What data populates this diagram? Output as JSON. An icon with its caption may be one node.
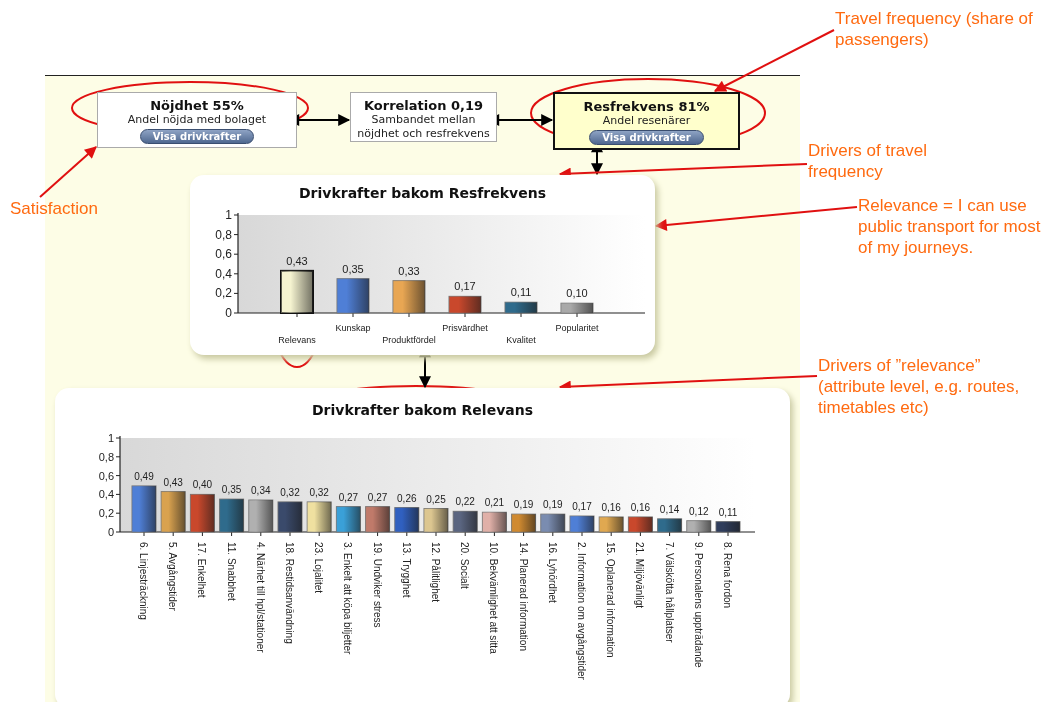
{
  "diagram": {
    "nodes": [
      {
        "text": [
          "Nöjdhet 55%",
          "Andel nöjda med bolaget",
          "Visa drivkrafter"
        ]
      },
      {
        "text": [
          "Korrelation 0,19",
          "Sambandet mellan nöjdhet och resfrekvens"
        ]
      },
      {
        "text": [
          "Resfrekvens 81%",
          "Andel resenärer",
          "Visa drivkrafter"
        ]
      },
      {
        "text": [
          "Drivkrafter bakom Resfrekvens"
        ]
      },
      {
        "text": [
          "Drivkrafter bakom Relevans"
        ]
      },
      {
        "text": [
          "Travel frequency (share of passengers)"
        ]
      },
      {
        "text": [
          "Satisfaction"
        ]
      },
      {
        "text": [
          "Drivers of travel frequency"
        ]
      },
      {
        "text": [
          "Relevance = I can use public transport for most of my journeys."
        ]
      },
      {
        "text": [
          "Drivers of ”relevance” (attribute level, e.g. routes, timetables etc)"
        ]
      }
    ],
    "edges": [
      {
        "from": 0,
        "to": 1,
        "arrow": "both",
        "color": "#000000"
      },
      {
        "from": 1,
        "to": 2,
        "arrow": "both",
        "color": "#000000"
      },
      {
        "from": 2,
        "to": 3,
        "arrow": "both",
        "color": "#000000"
      },
      {
        "from": 3,
        "to": 4,
        "arrow": "both",
        "color": "#000000"
      },
      {
        "from": 5,
        "to": 2,
        "arrow": "to"
      },
      {
        "from": 6,
        "to": 0,
        "arrow": "to"
      },
      {
        "from": 7,
        "to": 3,
        "arrow": "to"
      },
      {
        "from": 8,
        "to": 3,
        "arrow": "to"
      },
      {
        "from": 9,
        "to": 4,
        "arrow": "to"
      }
    ],
    "chart_data": [
      {
        "type": "bar",
        "categories": [
          "Relevans",
          "Kunskap",
          "Produktfördel",
          "Prisvärdhet",
          "Kvalitet",
          "Popularitet"
        ],
        "values": [
          0.43,
          0.35,
          0.33,
          0.17,
          0.11,
          0.1
        ],
        "value_labels": [
          "0,43",
          "0,35",
          "0,33",
          "0,17",
          "0,11",
          "0,10"
        ],
        "ylim": [
          0,
          1
        ],
        "yticks": [
          {
            "value": 0,
            "label": "0"
          },
          {
            "value": 0.2,
            "label": "0,2"
          },
          {
            "value": 0.4,
            "label": "0,4"
          },
          {
            "value": 0.6,
            "label": "0,6"
          },
          {
            "value": 0.8,
            "label": "0,8"
          },
          {
            "value": 1,
            "label": "1"
          }
        ]
      },
      {
        "type": "bar",
        "categories": [
          "6. Linjesträckning",
          "5. Avgångstider",
          "17. Enkelhet",
          "11. Snabbhet",
          "4. Närhet till hpl/stationer",
          "18. Restidsanvändning",
          "23. Lojalitet",
          "3. Enkelt att köpa biljetter",
          "19. Undviker stress",
          "13. Trygghet",
          "12. Pålitlighet",
          "20. Socialt",
          "10. Bekvämlighet att sitta",
          "14. Planerad information",
          "16. Lyhördhet",
          "2. Information om avgångstider",
          "15. Oplanerad information",
          "21. Miljövänligt",
          "7. Välskötta hållplatser",
          "9. Personalens uppträdande",
          "8. Rena fordon"
        ],
        "values": [
          0.49,
          0.43,
          0.4,
          0.35,
          0.34,
          0.32,
          0.32,
          0.27,
          0.27,
          0.26,
          0.25,
          0.22,
          0.21,
          0.19,
          0.19,
          0.17,
          0.16,
          0.16,
          0.14,
          0.12,
          0.11
        ],
        "value_labels": [
          "0,49",
          "0,43",
          "0,40",
          "0,35",
          "0,34",
          "0,32",
          "0,32",
          "0,27",
          "0,27",
          "0,26",
          "0,25",
          "0,22",
          "0,21",
          "0,19",
          "0,19",
          "0,17",
          "0,16",
          "0,16",
          "0,14",
          "0,12",
          "0,11"
        ],
        "ylim": [
          0,
          1
        ],
        "yticks": [
          {
            "value": 0,
            "label": "0"
          },
          {
            "value": 0.2,
            "label": "0,2"
          },
          {
            "value": 0.4,
            "label": "0,4"
          },
          {
            "value": 0.6,
            "label": "0,6"
          },
          {
            "value": 0.8,
            "label": "0,8"
          },
          {
            "value": 1,
            "label": "1"
          }
        ]
      }
    ]
  }
}
